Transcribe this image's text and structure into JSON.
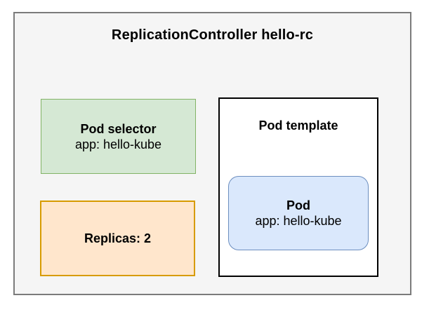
{
  "diagram": {
    "title": "ReplicationController hello-rc",
    "pod_selector": {
      "heading": "Pod selector",
      "label": "app: hello-kube"
    },
    "replicas": {
      "heading": "Replicas: 2"
    },
    "pod_template": {
      "heading": "Pod template",
      "pod": {
        "heading": "Pod",
        "label": "app: hello-kube"
      }
    },
    "colors": {
      "container_fill": "#f5f5f5",
      "container_border": "#7b7b7b",
      "selector_fill": "#d5e8d4",
      "selector_border": "#82b366",
      "replicas_fill": "#ffe6cc",
      "replicas_border": "#d79b00",
      "template_fill": "#ffffff",
      "template_border": "#000000",
      "pod_fill": "#dae8fc",
      "pod_border": "#6c8ebf",
      "text": "#000000"
    }
  }
}
